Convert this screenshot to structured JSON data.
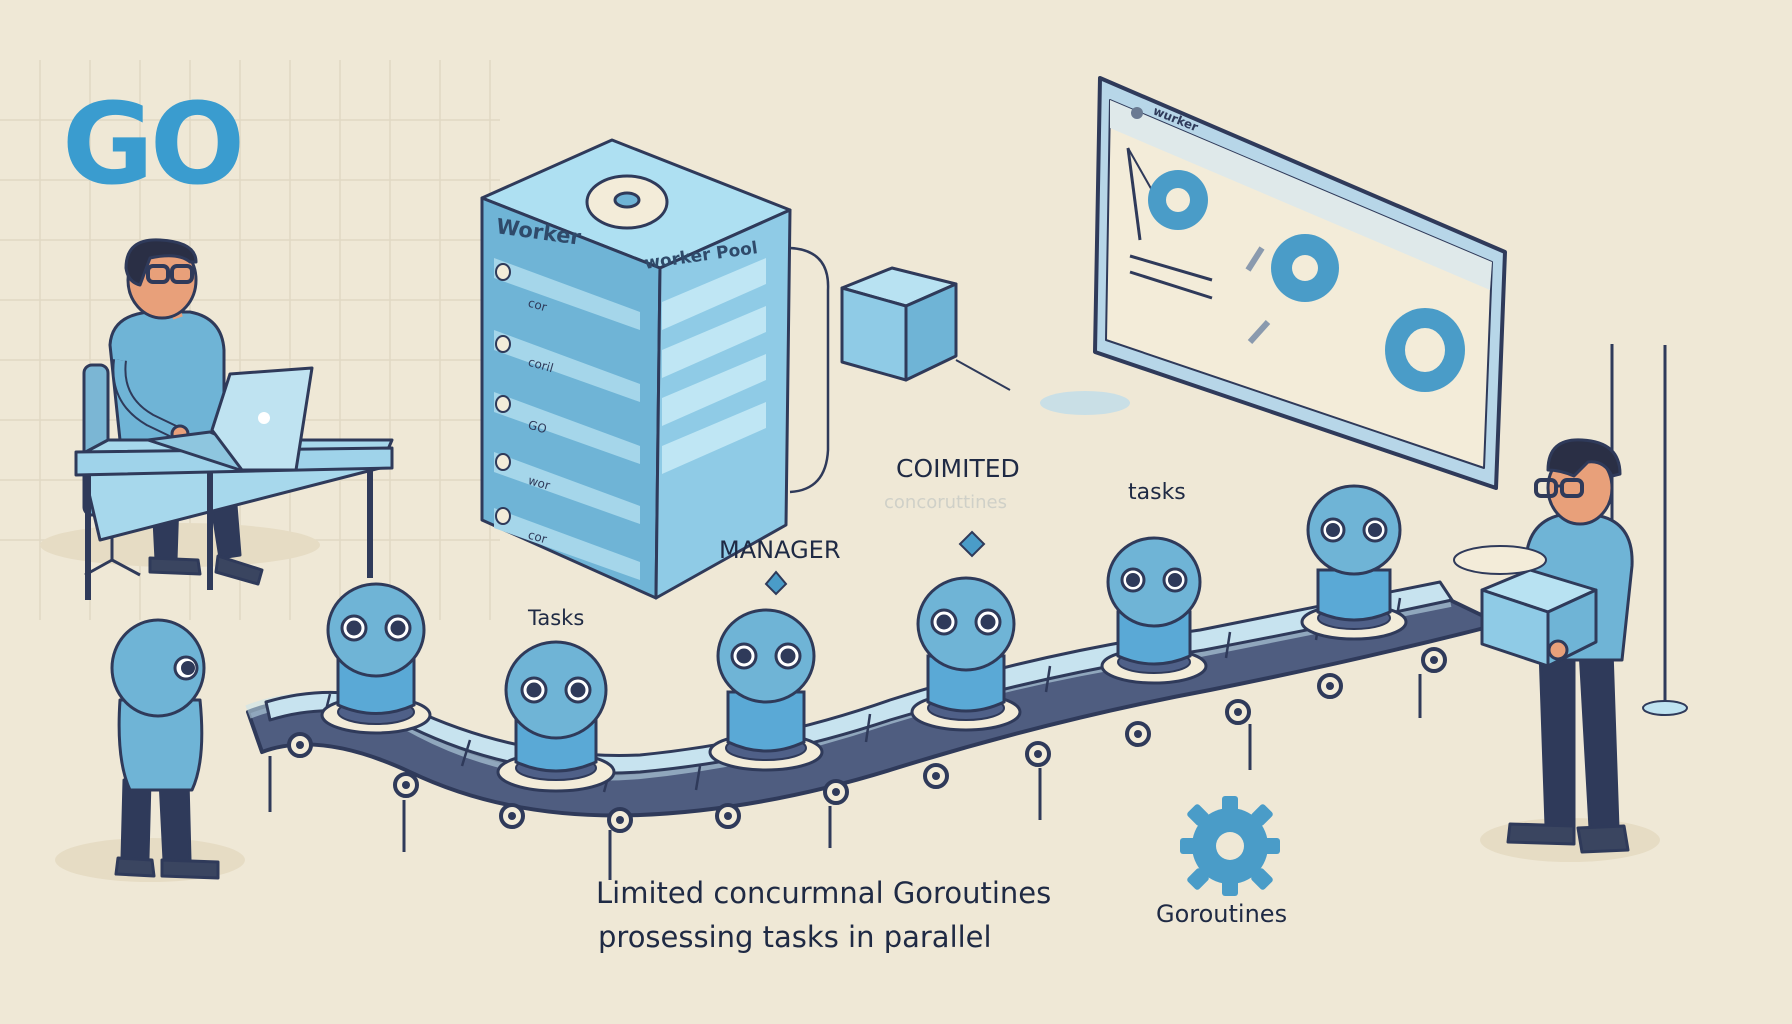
{
  "logo": {
    "text": "GO",
    "color": "#3a9ccf"
  },
  "server": {
    "label_worker": "Worker",
    "label_pool": "worker Pool",
    "rows": [
      "cor",
      "coril",
      "GO",
      "wor",
      "cor"
    ]
  },
  "monitor": {
    "title": "wurker"
  },
  "labels": {
    "tasks_left": "Tasks",
    "manager": "MANAGER",
    "coimited": "COIMITED",
    "coimited_sub": "concoruttines",
    "tasks_right": "tasks",
    "goroutines": "Goroutines"
  },
  "caption": {
    "line1": "Limited concurmnal Goroutines",
    "line2": "prosessing tasks in parallel"
  },
  "colors": {
    "background": "#efe8d6",
    "accent_blue": "#5aa9d6",
    "light_blue": "#8fcbe6",
    "outline": "#2f3a5a",
    "skin": "#e8a07a",
    "hair": "#2a2f45"
  }
}
